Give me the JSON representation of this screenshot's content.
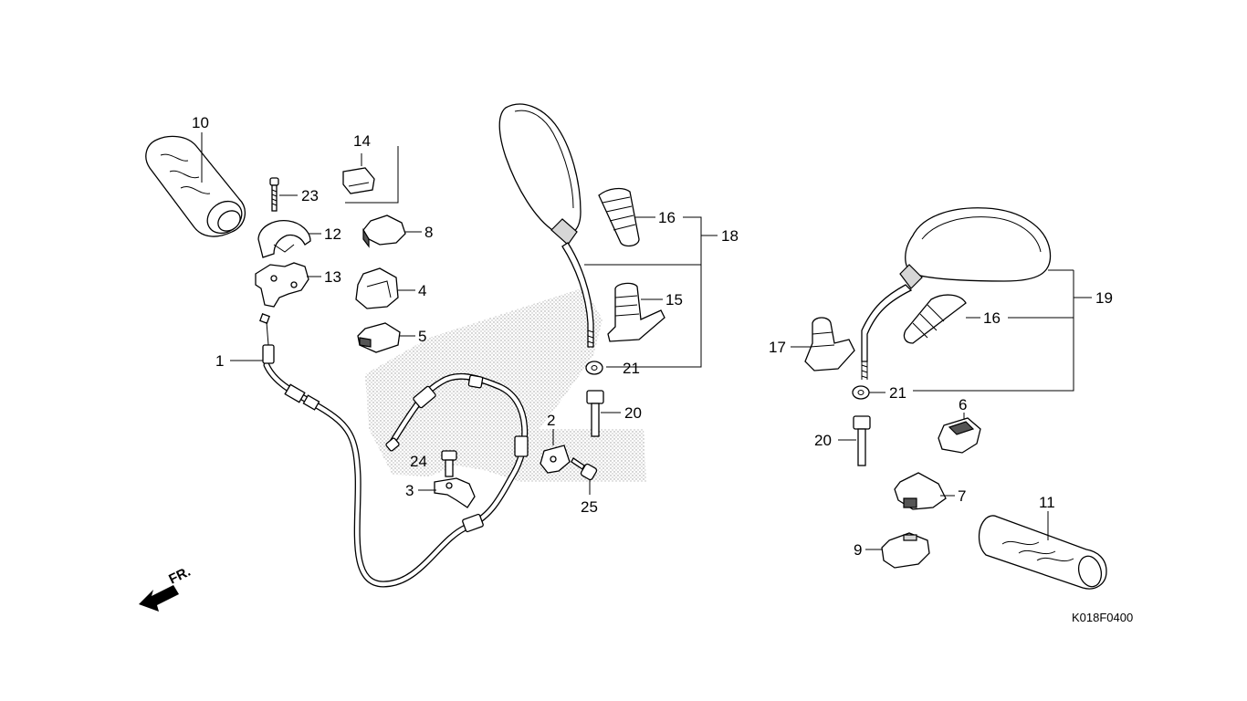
{
  "diagram_code": "K018F0400",
  "front_indicator": "FR.",
  "labels": {
    "p1": "1",
    "p2": "2",
    "p3": "3",
    "p4": "4",
    "p5": "5",
    "p6": "6",
    "p7": "7",
    "p8": "8",
    "p9": "9",
    "p10": "10",
    "p11": "11",
    "p12": "12",
    "p13": "13",
    "p14": "14",
    "p15": "15",
    "p16a": "16",
    "p16b": "16",
    "p17": "17",
    "p18": "18",
    "p19": "19",
    "p20a": "20",
    "p20b": "20",
    "p21a": "21",
    "p21b": "21",
    "p23": "23",
    "p24": "24",
    "p25": "25"
  }
}
